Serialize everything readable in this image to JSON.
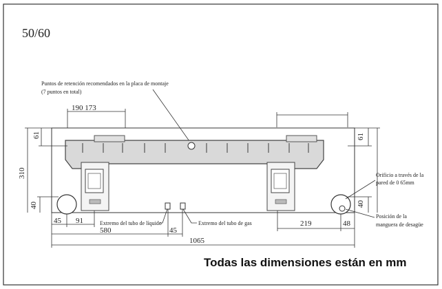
{
  "model": "50/60",
  "note_fixing_points": [
    "Puntos de retención recomendados en la placa de montaje",
    "(7 puntos en total)"
  ],
  "dims": {
    "top_left": "190 173",
    "top_61_left": "61",
    "top_61_right": "61",
    "height_310": "310",
    "bottom_40_left": "40",
    "bottom_40_right": "40",
    "d45_left": "45",
    "d91": "91",
    "d580": "580",
    "d45_mid": "45",
    "d1065": "1065",
    "d219": "219",
    "d48": "48"
  },
  "labels": {
    "liquid_pipe": "Extremo del tubo de líquido",
    "gas_pipe": "Extremo del tubo de gas",
    "hole": [
      "Orificio a través de la",
      "pared de 0 65mm"
    ],
    "drain": [
      "Posición de la",
      "manguera de desagüe"
    ]
  },
  "footer": "Todas las dimensiones están en mm",
  "colors": {
    "border": "#333333",
    "plate": "#d9d9d9"
  }
}
